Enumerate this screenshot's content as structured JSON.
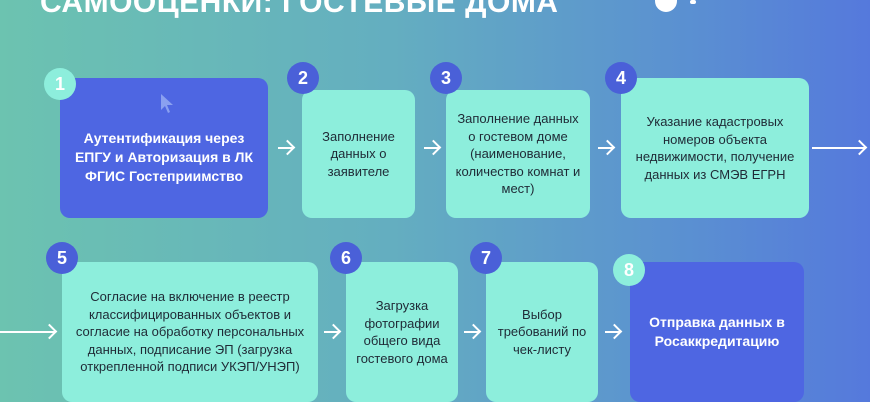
{
  "header": {
    "title": "САМООЦЕНКИ: ГОСТЕВЫЕ ДОМА"
  },
  "steps": [
    {
      "num": "1",
      "text": "Аутентификация через ЕПГУ и Авторизация в ЛК ФГИС Гостеприимство"
    },
    {
      "num": "2",
      "text": "Заполнение данных о заявителе"
    },
    {
      "num": "3",
      "text": "Заполнение данных о гостевом доме (наименование, количество комнат и мест)"
    },
    {
      "num": "4",
      "text": "Указание кадастровых номеров объекта недвижимости, получение данных из СМЭВ ЕГРН"
    },
    {
      "num": "5",
      "text": "Согласие на включение в реестр классифицированных объектов и согласие на обработку персональных данных, подписание ЭП (загрузка открепленной подписи УКЭП/УНЭП)"
    },
    {
      "num": "6",
      "text": "Загрузка фотографии общего вида гостевого дома"
    },
    {
      "num": "7",
      "text": "Выбор требований по чек-листу"
    },
    {
      "num": "8",
      "text": "Отправка данных в Росаккредитацию"
    }
  ],
  "colors": {
    "mint": "#8deedc",
    "blue": "#4e66e2"
  }
}
